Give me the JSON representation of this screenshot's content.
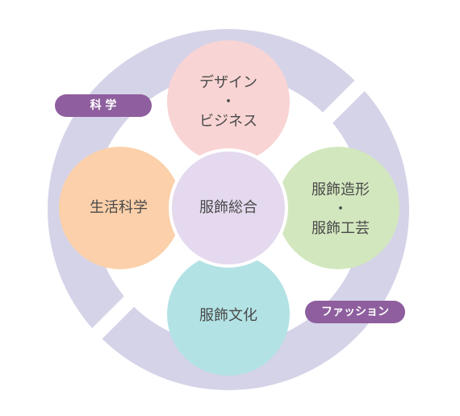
{
  "colors": {
    "ring": "#d5d3e8",
    "gap": "#ffffff",
    "design": "#f9d4d4",
    "life": "#fbd0aa",
    "center": "#e4d9ee",
    "creation": "#d2e7be",
    "culture": "#b3e2e4",
    "label_pill": "#8e5e9e"
  },
  "labels": {
    "science": "科 学",
    "fashion": "ファッション"
  },
  "nodes": {
    "top_line1": "デザイン",
    "top_dot": "・",
    "top_line2": "ビジネス",
    "left": "生活科学",
    "center": "服飾総合",
    "right_line1": "服飾造形",
    "right_dot": "・",
    "right_line2": "服飾工芸",
    "bottom": "服飾文化"
  }
}
